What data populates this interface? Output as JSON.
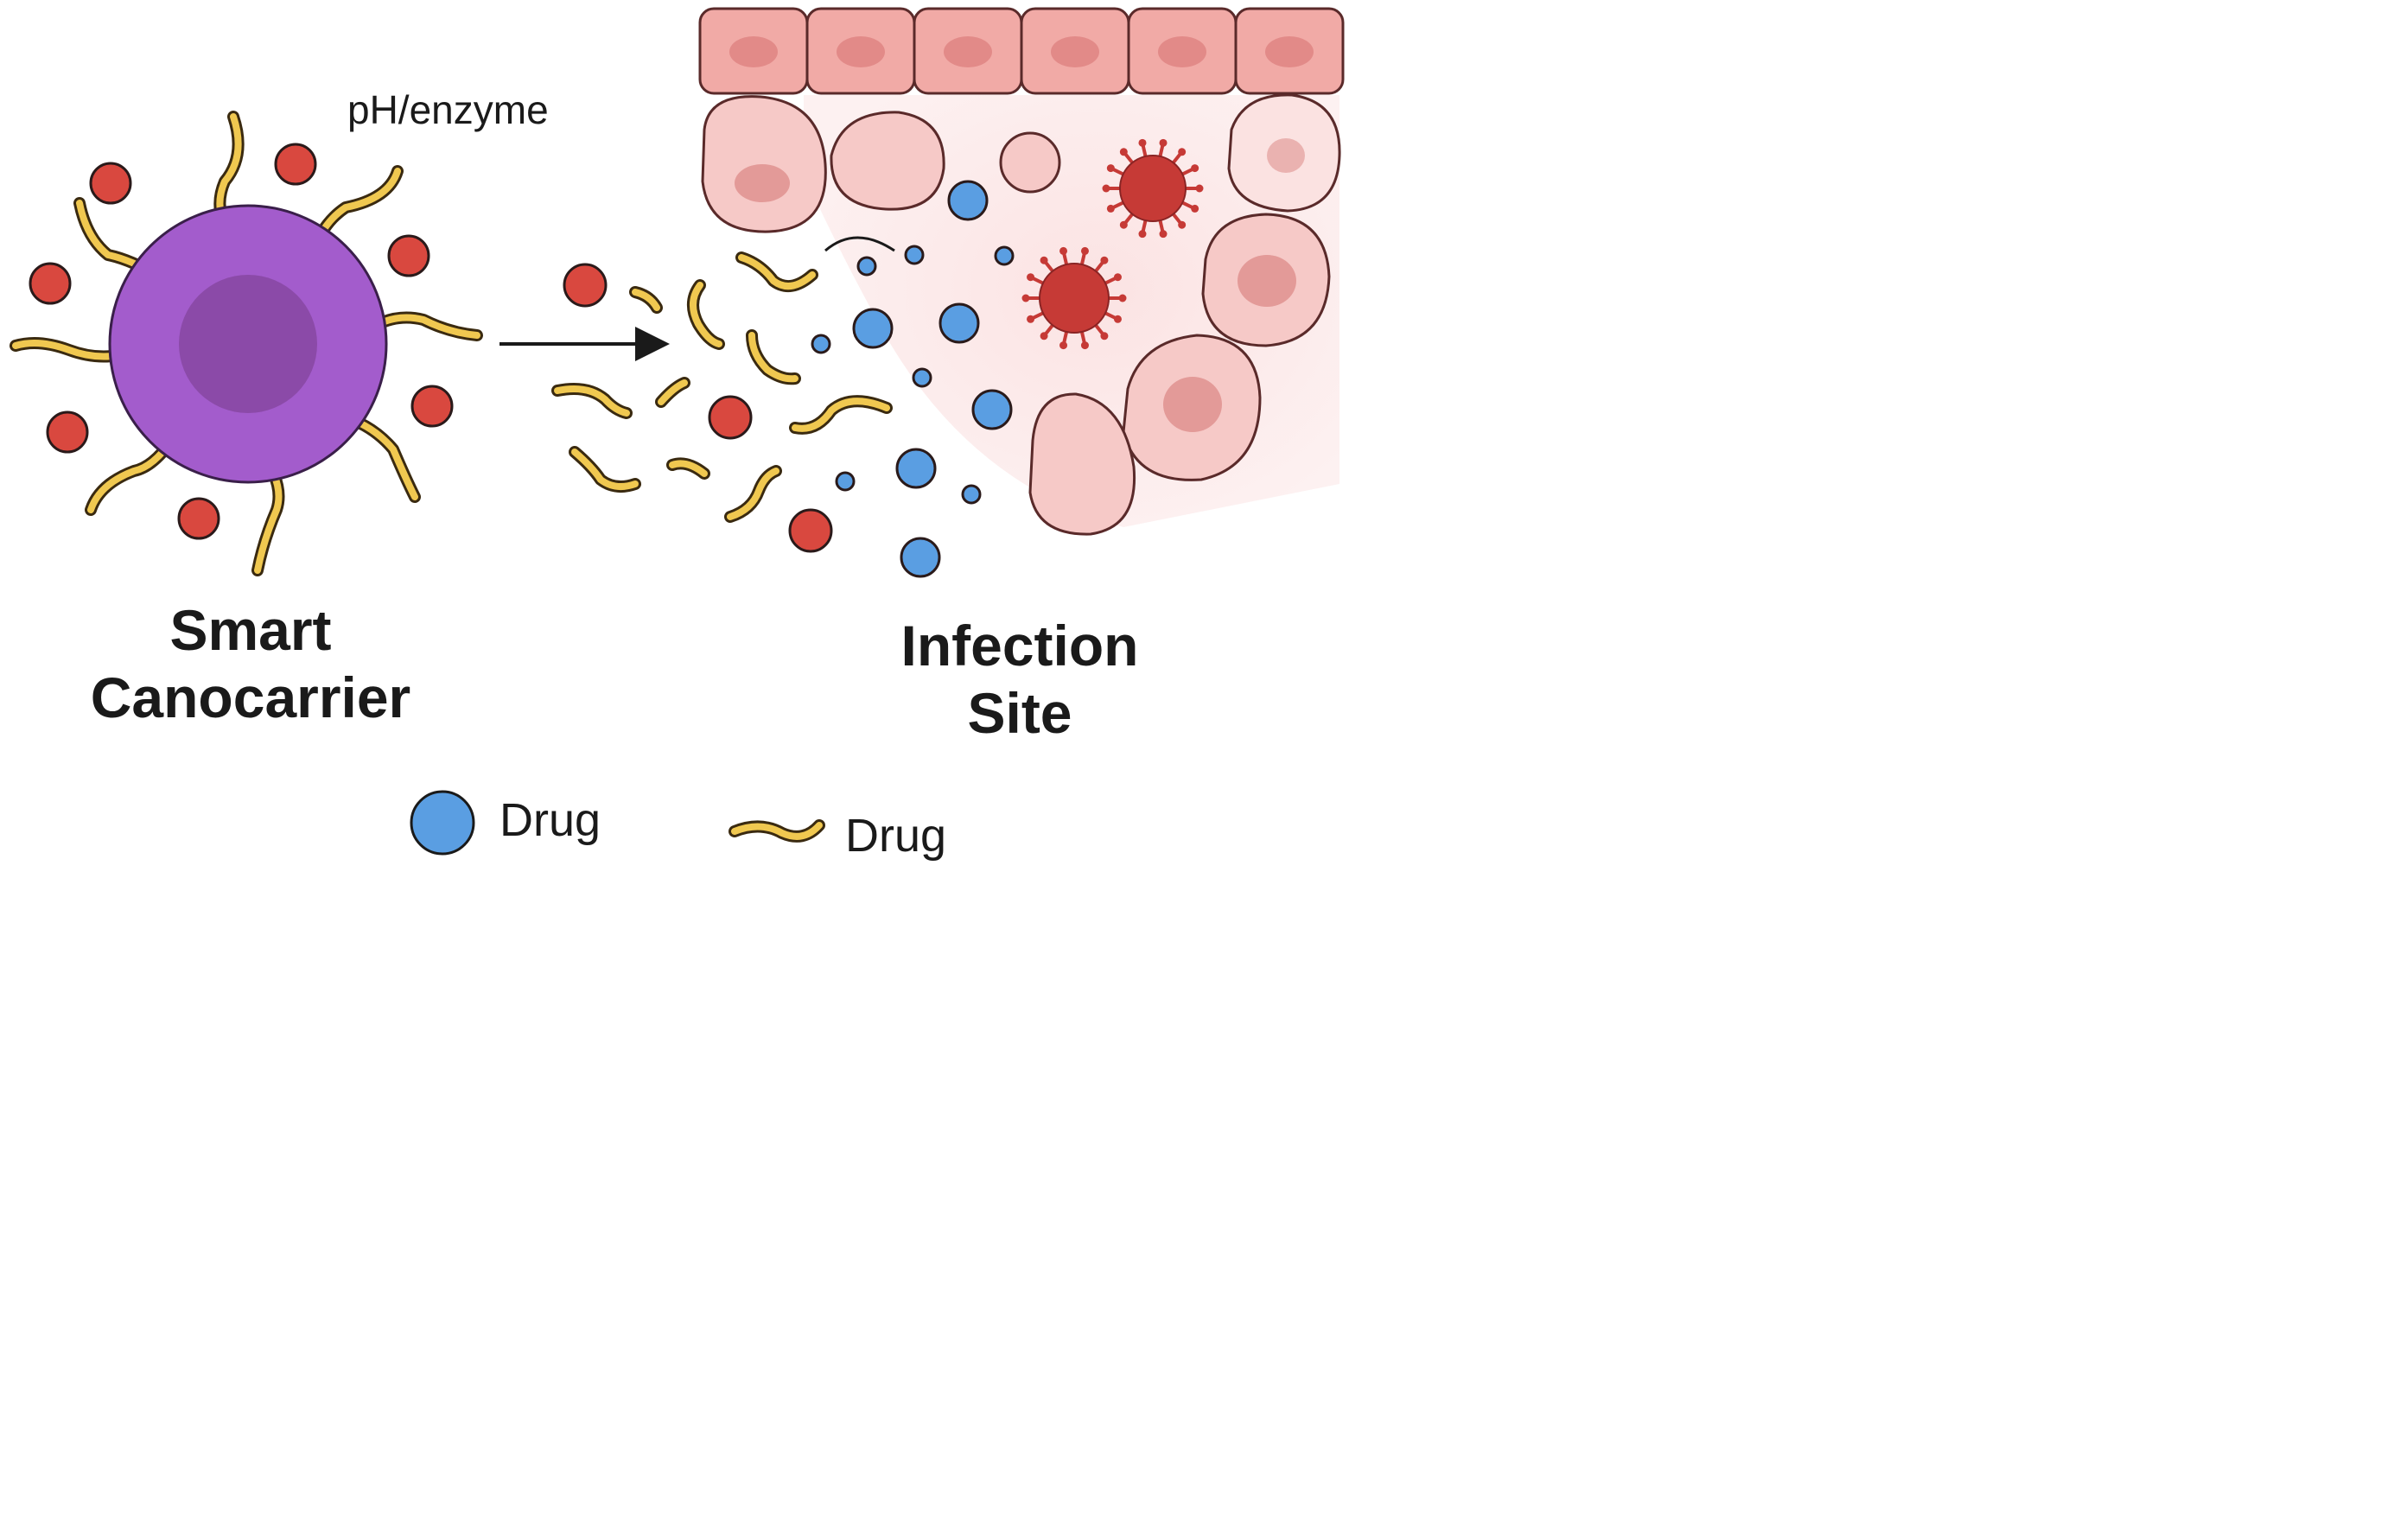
{
  "stimulus_label": "pH/enzyme",
  "carrier_title": {
    "line1": "Smart",
    "line2": "Canocarrier"
  },
  "site_title": {
    "line1": "Infection",
    "line2": "Site"
  },
  "legend": [
    {
      "icon": "blue-sphere-icon",
      "label": "Drug"
    },
    {
      "icon": "yellow-chain-icon",
      "label": "Drug"
    }
  ],
  "colors": {
    "carrier": "#a35ccc",
    "carrier_core": "#8b4aa8",
    "red_particle": "#d9483f",
    "blue_drug": "#5a9ee2",
    "yellow_chain": "#f0c850",
    "tissue_cell": "#f4c4c2",
    "cell_nucleus": "#e39a98",
    "virus": "#c63a36"
  }
}
